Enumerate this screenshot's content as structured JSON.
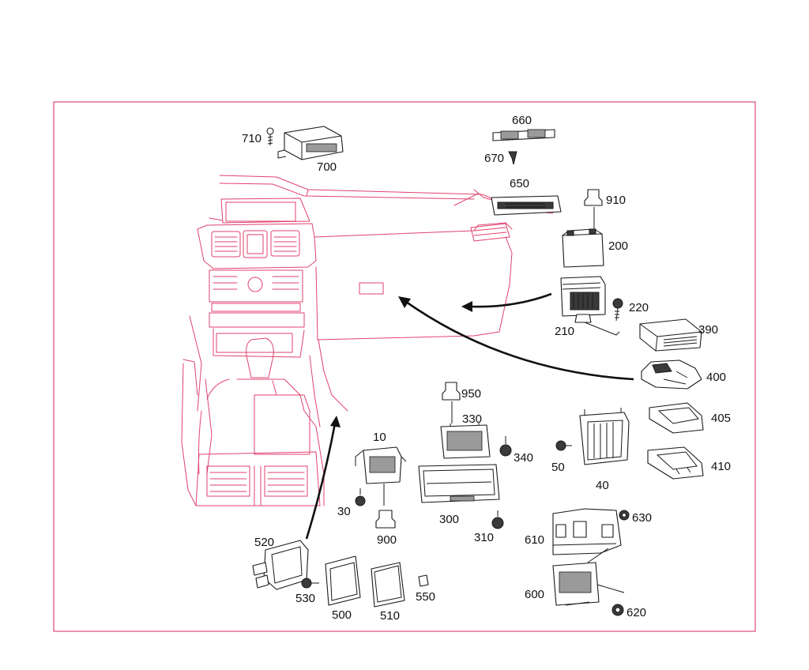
{
  "colors": {
    "frame": "#d22a5a",
    "vehicle_outline": "#e0426f",
    "parts": "#1a1a1a",
    "background": "#ffffff"
  },
  "labels": {
    "p10": "10",
    "p30": "30",
    "p40": "40",
    "p50": "50",
    "p200": "200",
    "p210": "210",
    "p220": "220",
    "p300": "300",
    "p310": "310",
    "p330": "330",
    "p340": "340",
    "p390": "390",
    "p400": "400",
    "p405": "405",
    "p410": "410",
    "p500": "500",
    "p510": "510",
    "p520": "520",
    "p530": "530",
    "p550": "550",
    "p600": "600",
    "p610": "610",
    "p620": "620",
    "p630": "630",
    "p650": "650",
    "p660": "660",
    "p670": "670",
    "p700": "700",
    "p710": "710",
    "p900": "900",
    "p910": "910",
    "p950": "950"
  }
}
